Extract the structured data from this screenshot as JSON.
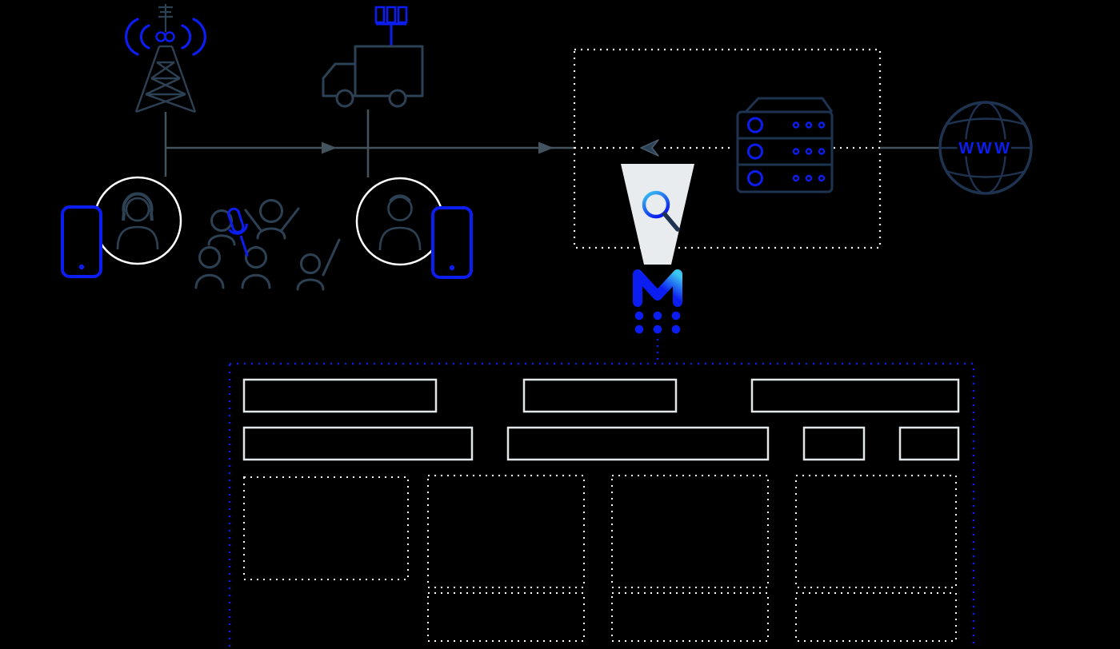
{
  "diagram": {
    "globe": {
      "label": "WWW"
    },
    "icons": [
      "cell-tower-icon",
      "broadcast-waves-icon",
      "smartphone-icon",
      "reporter-avatar-female",
      "crowd-icon",
      "microphone-icon",
      "satellite-truck-icon",
      "satellite-antenna-icon",
      "reporter-avatar-male",
      "monitoring-zone-border",
      "data-packet-icon",
      "server-rack-icon",
      "filter-funnel-icon",
      "magnifier-icon",
      "globe-icon",
      "brand-logo",
      "dashboard-wireframe"
    ]
  },
  "colors": {
    "bg": "#000000",
    "ink": "#2d4154",
    "ink-dark": "#1d3350",
    "line": "#44545f",
    "accent": "#0b1df0",
    "accent-cyan": "#3cc8f2",
    "white": "#ffffff",
    "wireframe": "#e3e7ea",
    "funnel": "#e9ecef"
  }
}
